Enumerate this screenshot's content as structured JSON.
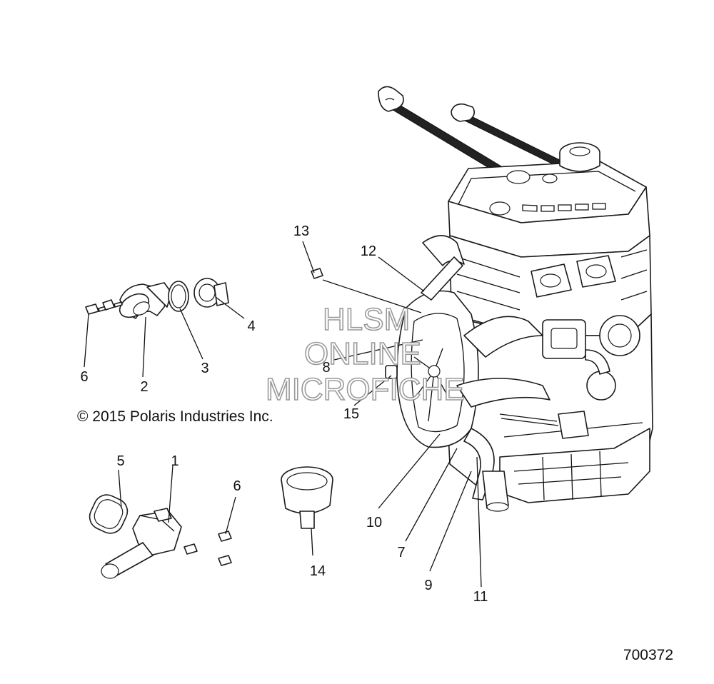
{
  "copyright": "© 2015 Polaris Industries Inc.",
  "part_number": "700372",
  "watermark": [
    "HLSM",
    "ONLINE",
    "MICROFICHE"
  ],
  "callouts": [
    "1",
    "2",
    "3",
    "4",
    "5",
    "6",
    "6",
    "7",
    "8",
    "9",
    "10",
    "11",
    "12",
    "13",
    "14",
    "15"
  ]
}
